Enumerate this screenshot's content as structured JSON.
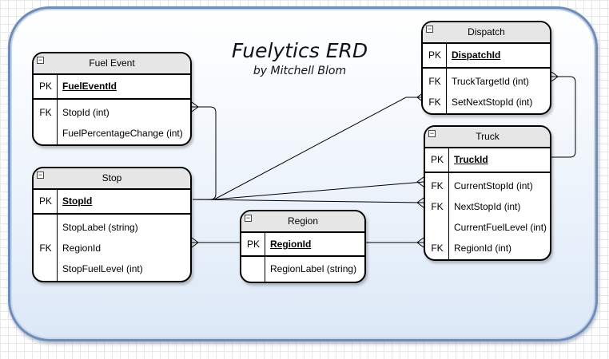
{
  "diagram": {
    "title": "Fuelytics ERD",
    "subtitle": "by Mitchell Blom"
  },
  "entities": {
    "fuel_event": {
      "name": "Fuel Event",
      "rows": [
        {
          "key": "PK",
          "field": "FuelEventId"
        },
        {
          "key": "FK",
          "field": "StopId (int)"
        },
        {
          "key": "",
          "field": "FuelPercentageChange (int)"
        }
      ]
    },
    "stop": {
      "name": "Stop",
      "rows": [
        {
          "key": "PK",
          "field": "StopId"
        },
        {
          "key": "",
          "field": "StopLabel (string)"
        },
        {
          "key": "FK",
          "field": "RegionId"
        },
        {
          "key": "",
          "field": "StopFuelLevel (int)"
        }
      ]
    },
    "region": {
      "name": "Region",
      "rows": [
        {
          "key": "PK",
          "field": "RegionId"
        },
        {
          "key": "",
          "field": "RegionLabel (string)"
        }
      ]
    },
    "dispatch": {
      "name": "Dispatch",
      "rows": [
        {
          "key": "PK",
          "field": "DispatchId"
        },
        {
          "key": "FK",
          "field": "TruckTargetId (int)"
        },
        {
          "key": "FK",
          "field": "SetNextStopId (int)"
        }
      ]
    },
    "truck": {
      "name": "Truck",
      "rows": [
        {
          "key": "PK",
          "field": "TruckId"
        },
        {
          "key": "FK",
          "field": "CurrentStopId (int)"
        },
        {
          "key": "FK",
          "field": "NextStopId (int)"
        },
        {
          "key": "",
          "field": "CurrentFuelLevel (int)"
        },
        {
          "key": "FK",
          "field": "RegionId (int)"
        }
      ]
    }
  },
  "icons": {
    "collapse": "minus-box-icon"
  }
}
